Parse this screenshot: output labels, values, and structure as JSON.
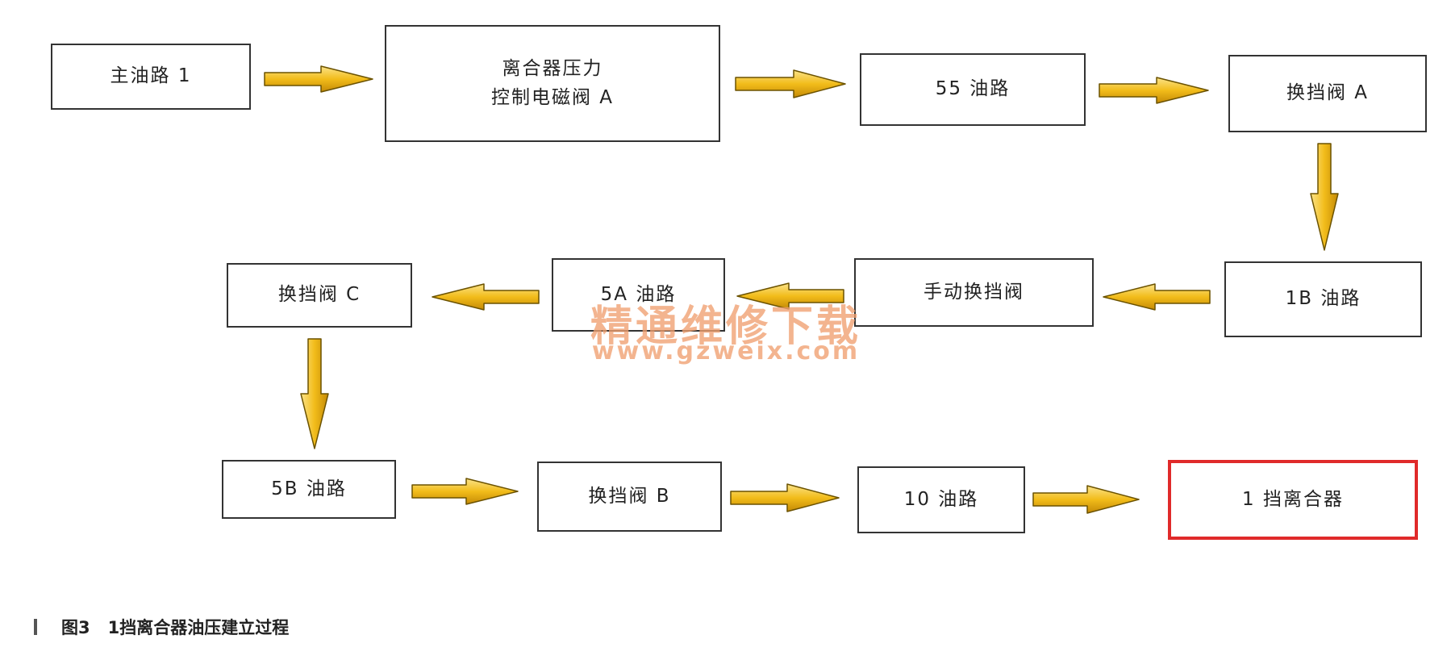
{
  "nodes": {
    "main_oil_line_1": "主油路 1",
    "clutch_solenoid_line1": "离合器压力",
    "clutch_solenoid_line2": "控制电磁阀 A",
    "oil_line_55": "55 油路",
    "shift_valve_a": "换挡阀 A",
    "oil_line_1b": "1B 油路",
    "manual_shift_valve": "手动换挡阀",
    "oil_line_5a": "5A 油路",
    "shift_valve_c": "换挡阀 C",
    "oil_line_5b": "5B 油路",
    "shift_valve_b": "换挡阀 B",
    "oil_line_10": "10 油路",
    "first_gear_clutch": "1 挡离合器"
  },
  "caption": {
    "figure_number": "图3",
    "title": "1挡离合器油压建立过程"
  },
  "watermark": {
    "name": "精通维修下载",
    "url": "www.gzweix.com"
  },
  "colors": {
    "arrow_fill": "#f2bc1a",
    "arrow_outline": "#6b5200",
    "box_border": "#333333",
    "highlight_border": "#e02a2a",
    "watermark": "#f0a070"
  }
}
